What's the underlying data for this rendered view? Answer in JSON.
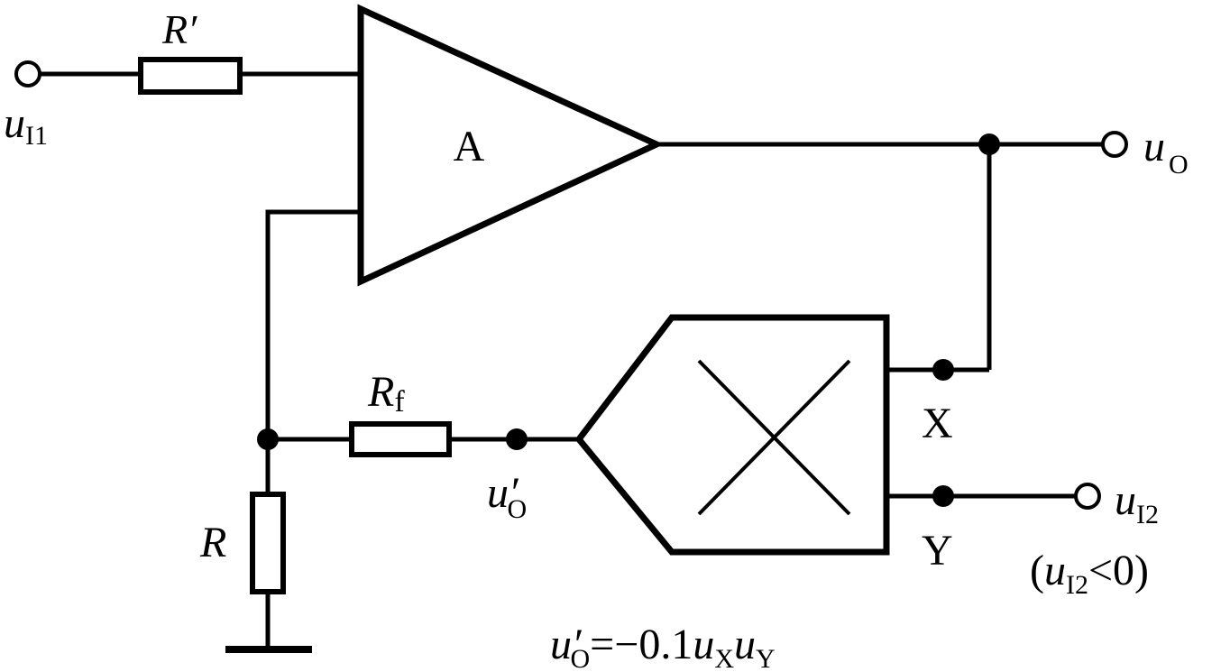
{
  "labels": {
    "r_prime": "R′",
    "r_f_main": "R",
    "r_f_sub": "f",
    "r": "R",
    "amp": "A",
    "u_i1_main": "u",
    "u_i1_sub": "I1",
    "u_o_main": "u",
    "u_o_sub": "O",
    "u_o_prime_main": "u′",
    "u_o_prime_sub": "O",
    "x": "X",
    "y": "Y",
    "u_i2_main": "u",
    "u_i2_sub": "I2",
    "cond_open": "(",
    "cond_u": "u",
    "cond_sub": "I2",
    "cond_rest": "<0)",
    "eq_u": "u′",
    "eq_sub_o": "O",
    "eq_mid": "=−0.1",
    "eq_ux": "u",
    "eq_sub_x": "X",
    "eq_uy": "u",
    "eq_sub_y": "Y"
  }
}
